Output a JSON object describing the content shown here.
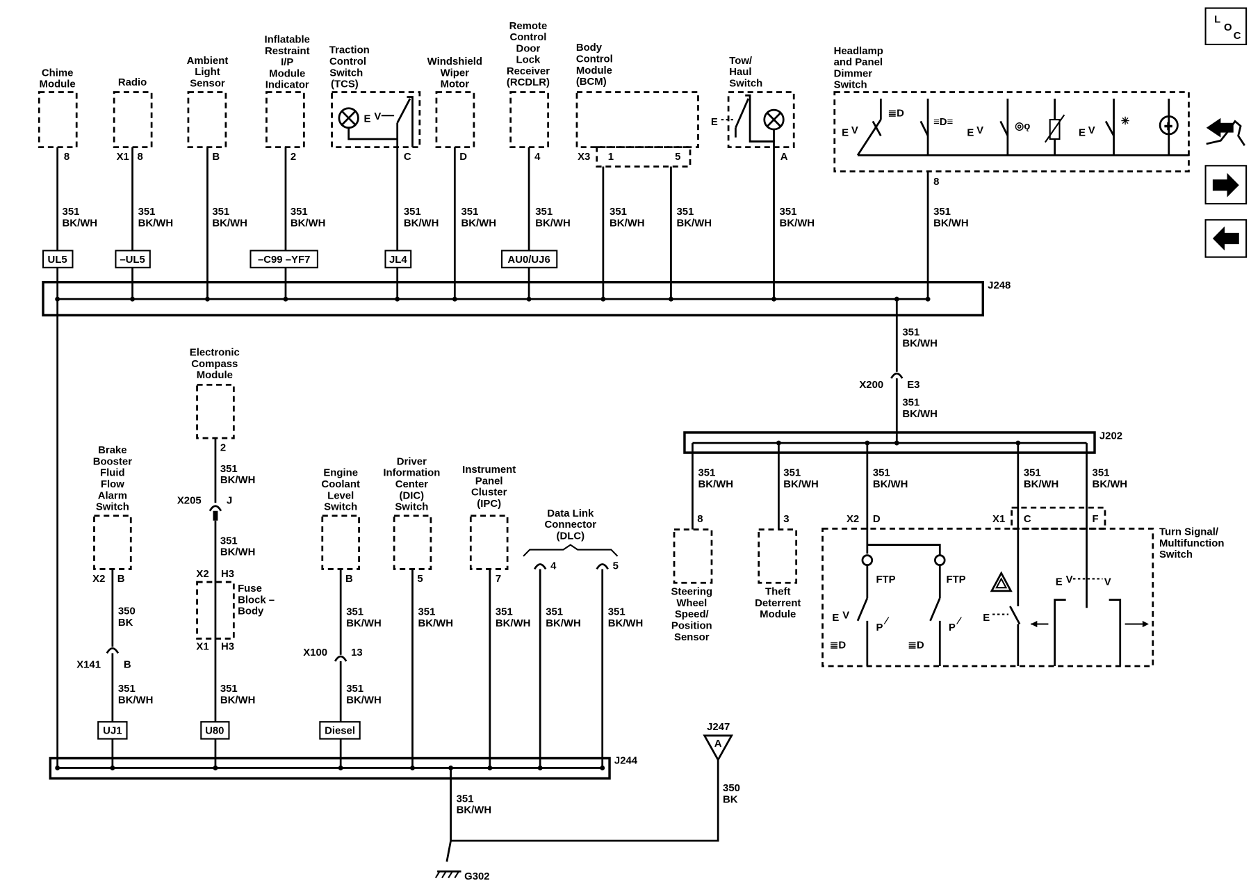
{
  "components": {
    "chime": [
      "Chime",
      "Module"
    ],
    "radio": [
      "Radio"
    ],
    "ambient": [
      "Ambient",
      "Light",
      "Sensor"
    ],
    "inflatable": [
      "Inflatable",
      "Restraint",
      "I/P",
      "Module",
      "Indicator"
    ],
    "traction": [
      "Traction",
      "Control",
      "Switch",
      "(TCS)"
    ],
    "wiper": [
      "Windshield",
      "Wiper",
      "Motor"
    ],
    "rcdlr": [
      "Remote",
      "Control",
      "Door",
      "Lock",
      "Receiver",
      "(RCDLR)"
    ],
    "bcm": [
      "Body",
      "Control",
      "Module",
      "(BCM)"
    ],
    "tow": [
      "Tow/",
      "Haul",
      "Switch"
    ],
    "headlamp": [
      "Headlamp",
      "and Panel",
      "Dimmer",
      "Switch"
    ],
    "compass": [
      "Electronic",
      "Compass",
      "Module"
    ],
    "brake": [
      "Brake",
      "Booster",
      "Fluid",
      "Flow",
      "Alarm",
      "Switch"
    ],
    "coolant": [
      "Engine",
      "Coolant",
      "Level",
      "Switch"
    ],
    "dic": [
      "Driver",
      "Information",
      "Center",
      "(DIC)",
      "Switch"
    ],
    "ipc": [
      "Instrument",
      "Panel",
      "Cluster",
      "(IPC)"
    ],
    "dlc": [
      "Data Link",
      "Connector",
      "(DLC)"
    ],
    "steering": [
      "Steering",
      "Wheel",
      "Speed/",
      "Position",
      "Sensor"
    ],
    "theft": [
      "Theft",
      "Deterrent",
      "Module"
    ],
    "turn": [
      "Turn Signal/",
      "Multifunction",
      "Switch"
    ],
    "fuse": [
      "Fuse",
      "Block –",
      "Body"
    ]
  },
  "pins": {
    "chime": "8",
    "radio_conn": "X1",
    "radio": "8",
    "ambient": "B",
    "inflatable": "2",
    "traction": "C",
    "wiper": "D",
    "rcdlr": "4",
    "bcm_conn": "X3",
    "bcm_1": "1",
    "bcm_5": "5",
    "tow": "A",
    "headlamp": "8",
    "compass": "2",
    "brake_conn": "X2",
    "brake": "B",
    "coolant": "B",
    "dic": "5",
    "ipc": "7",
    "dlc_4": "4",
    "dlc_5": "5",
    "steering": "8",
    "theft": "3",
    "turn_x2": "X2",
    "turn_d": "D",
    "turn_x1": "X1",
    "turn_c": "C",
    "turn_f": "F",
    "fuse_x2": "X2",
    "fuse_h3_top": "H3",
    "fuse_x1": "X1",
    "fuse_h3_bot": "H3"
  },
  "wire": {
    "num": "351",
    "color": "BK/WH",
    "num2": "350",
    "color2": "BK"
  },
  "options": {
    "ul5": "UL5",
    "not_ul5": "–UL5",
    "c99": "–C99 –YF7",
    "jl4": "JL4",
    "au0": "AU0/UJ6",
    "uj1": "UJ1",
    "u80": "U80",
    "diesel": "Diesel"
  },
  "connectors": {
    "x205": "X205",
    "x205_pin": "J",
    "x141": "X141",
    "x141_pin": "B",
    "x100": "X100",
    "x100_pin": "13",
    "x200": "X200",
    "x200_pin": "E3"
  },
  "splices": {
    "j248": "J248",
    "j244": "J244",
    "j202": "J202",
    "j247": "J247",
    "j247_pin": "A"
  },
  "ground": "G302",
  "switch_labels": {
    "ftp": "FTP"
  },
  "loc_icon": [
    "L",
    "O",
    "C"
  ],
  "nav_icons": [
    "schematic-nav-icon",
    "arrow-right-icon",
    "arrow-left-icon"
  ]
}
